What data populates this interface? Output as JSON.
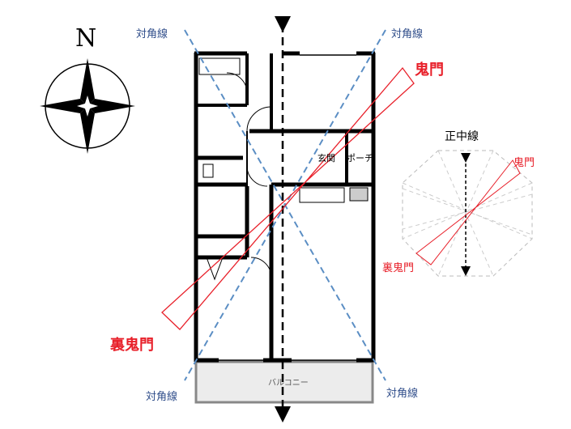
{
  "compass": {
    "north_label": "N"
  },
  "labels": {
    "diagonal": "対角線",
    "kimon": "鬼門",
    "ura_kimon": "裏鬼門",
    "genkan": "玄関",
    "porch": "ポーチ",
    "balcony": "バルコニー"
  },
  "inset": {
    "title": "正中線",
    "kimon": "鬼門",
    "ura_kimon": "裏鬼門"
  },
  "colors": {
    "red": "#e8202a",
    "diagonal": "#5b8ec4",
    "wall": "#000000"
  }
}
